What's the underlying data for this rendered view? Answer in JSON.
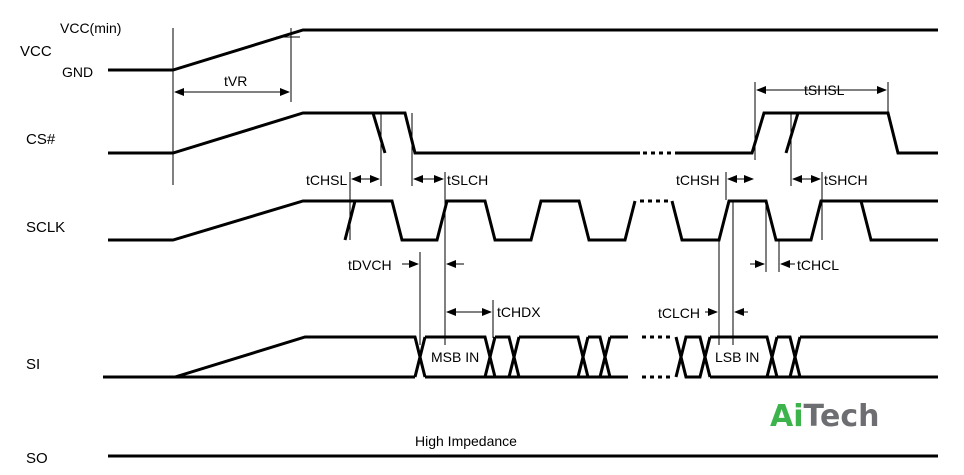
{
  "signals": {
    "vcc": "VCC",
    "gnd": "GND",
    "vcc_min": "VCC(min)",
    "cs": "CS#",
    "sclk": "SCLK",
    "si": "SI",
    "so": "SO"
  },
  "timing": {
    "tvr": "tVR",
    "tshsl": "tSHSL",
    "tchsl": "tCHSL",
    "tslch": "tSLCH",
    "tchsh": "tCHSH",
    "tshch": "tSHCH",
    "tdvch": "tDVCH",
    "tchcl": "tCHCL",
    "tchdx": "tCHDX",
    "tclch": "tCLCH"
  },
  "data_labels": {
    "msb": "MSB IN",
    "lsb": "LSB IN",
    "high_impedance": "High Impedance"
  },
  "logo": {
    "a": "A",
    "i": "i",
    "rest": "Tech",
    "color_green": "#3cb44b",
    "color_gray": "#6d6e71"
  }
}
